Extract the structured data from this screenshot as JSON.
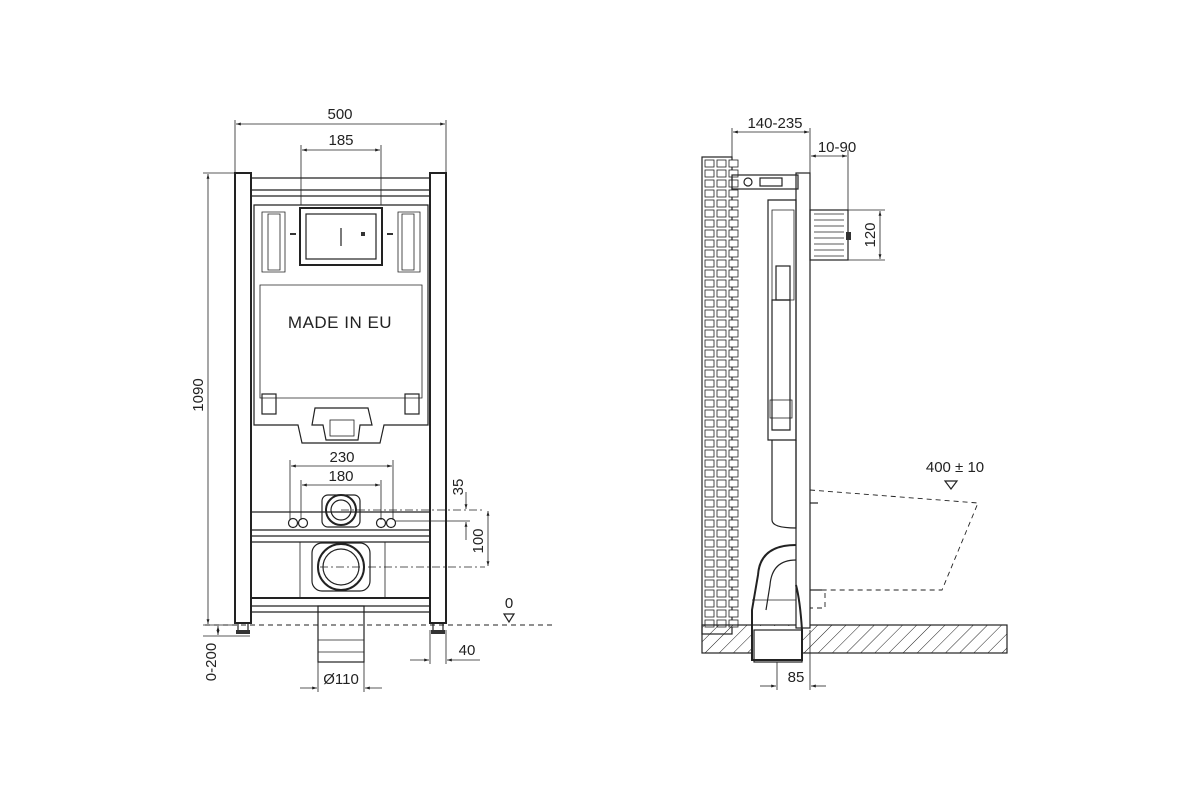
{
  "front_view": {
    "width_dim": "500",
    "panel_width_dim": "185",
    "height_dim": "1090",
    "leg_dim": "0-200",
    "made_in": "MADE IN EU",
    "spacing_230": "230",
    "spacing_180": "180",
    "dim_35": "35",
    "dim_100": "100",
    "zero_level": "0",
    "dim_40": "40",
    "pipe_diameter": "Ø110"
  },
  "side_view": {
    "depth_dim": "140-235",
    "offset_dim": "10-90",
    "flush_dim": "120",
    "bowl_height": "400 ± 10",
    "pipe_offset": "85"
  }
}
